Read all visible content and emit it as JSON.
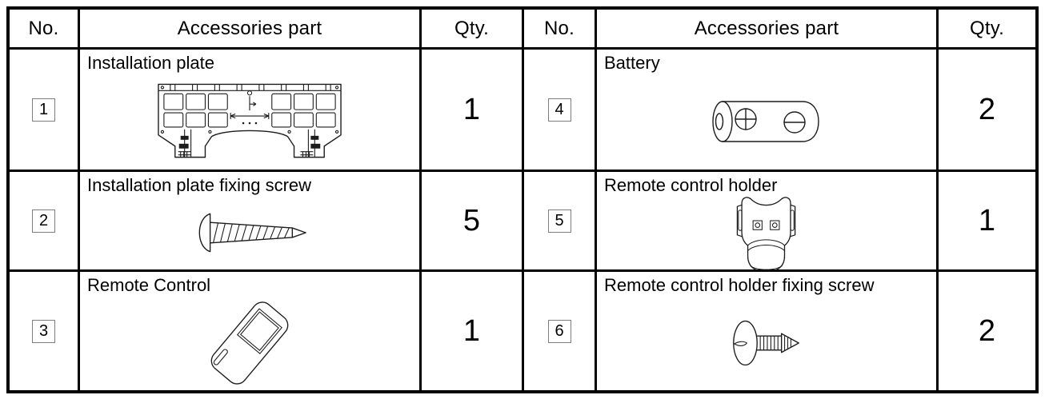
{
  "colors": {
    "table_border": "#000000",
    "background": "#ffffff",
    "text": "#000000",
    "badge_border": "#7d7d7d"
  },
  "table": {
    "headers": {
      "no": "No.",
      "part": "Accessories part",
      "qty": "Qty."
    },
    "rows": [
      {
        "no": "1",
        "part": "Installation plate",
        "qty": "1",
        "illustration": "installation-plate"
      },
      {
        "no": "2",
        "part": "Installation plate fixing screw",
        "qty": "5",
        "illustration": "long-fixing-screw"
      },
      {
        "no": "3",
        "part": "Remote Control",
        "qty": "1",
        "illustration": "remote-control"
      },
      {
        "no": "4",
        "part": "Battery",
        "qty": "2",
        "illustration": "battery"
      },
      {
        "no": "5",
        "part": "Remote control holder",
        "qty": "1",
        "illustration": "remote-control-holder"
      },
      {
        "no": "6",
        "part": "Remote control holder fixing screw",
        "qty": "2",
        "illustration": "short-fixing-screw"
      }
    ]
  }
}
